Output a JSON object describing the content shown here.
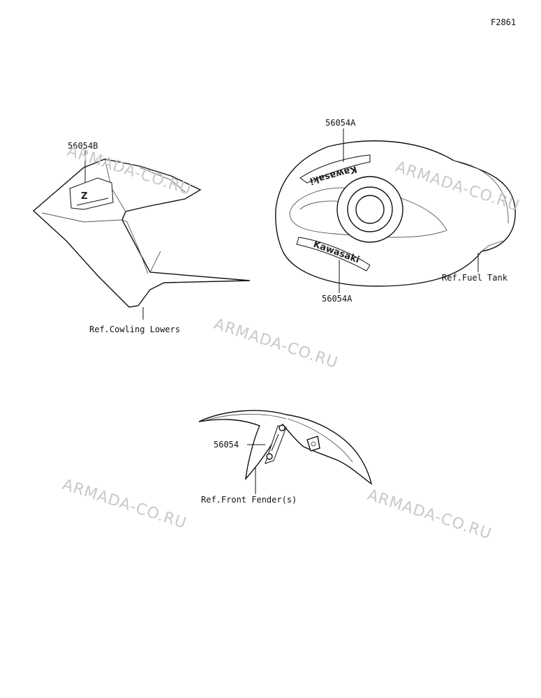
{
  "figure_code": "F2861",
  "labels": {
    "cowling_part": "56054B",
    "cowling_ref": "Ref.Cowling Lowers",
    "tank_part_top": "56054A",
    "tank_part_bottom": "56054A",
    "tank_ref": "Ref.Fuel Tank",
    "fender_part": "56054",
    "fender_ref": "Ref.Front Fender(s)"
  },
  "decal_text": {
    "tank_logo_top": "Kawasaki",
    "tank_logo_bottom": "Kawasaki",
    "cowling_logo_letter": "Z"
  },
  "watermark": "ARMADA-CO.RU",
  "colors": {
    "line": "#111111",
    "watermark": "#c9c9c9",
    "background": "#ffffff"
  }
}
